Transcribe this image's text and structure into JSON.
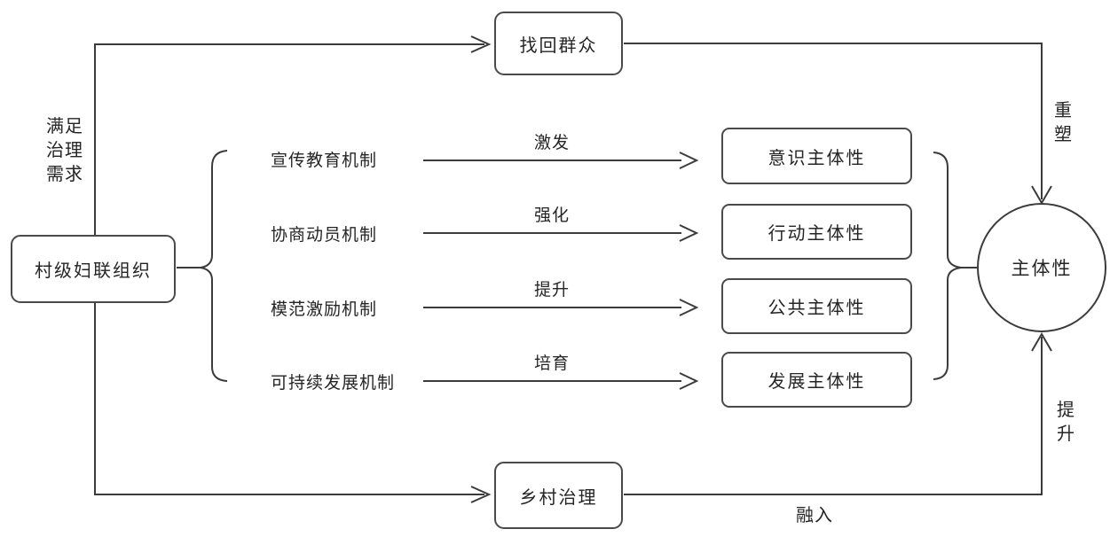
{
  "diagram": {
    "left_box": {
      "label": "村级妇联组织"
    },
    "left_note": "满足\n治理\n需求",
    "top_box": {
      "label": "找回群众"
    },
    "bottom_box": {
      "label": "乡村治理"
    },
    "circle": {
      "label": "主体性"
    },
    "edge_labels": {
      "reshape": "重\n塑",
      "improve": "提\n升",
      "integrate": "融入"
    },
    "mechanisms": [
      {
        "label": "宣传教育机制",
        "arrow_label": "激发",
        "target": "意识主体性"
      },
      {
        "label": "协商动员机制",
        "arrow_label": "强化",
        "target": "行动主体性"
      },
      {
        "label": "模范激励机制",
        "arrow_label": "提升",
        "target": "公共主体性"
      },
      {
        "label": "可持续发展机制",
        "arrow_label": "培育",
        "target": "发展主体性"
      }
    ],
    "colors": {
      "stroke": "#3b3b3b",
      "border": "#4a4a4a",
      "text": "#252525",
      "background": "#ffffff"
    }
  }
}
